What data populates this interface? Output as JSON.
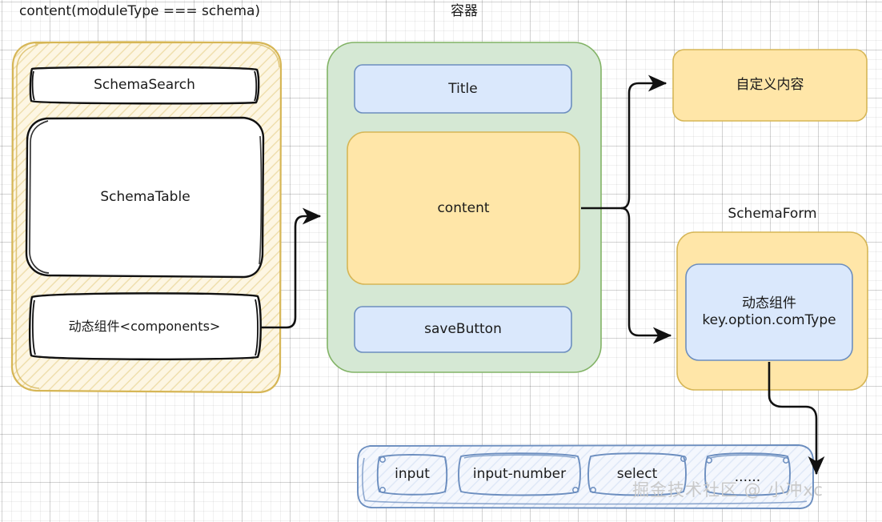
{
  "diagram": {
    "title_left": "content(moduleType === schema)",
    "title_center": "容器",
    "title_schemaform": "SchemaForm",
    "watermark": "掘金技术社区 @ 小冲xc",
    "colors": {
      "yellow_fill": "#ffe6a8",
      "yellow_fill_light": "#fdf3d7",
      "yellow_stroke": "#d6b656",
      "green_fill": "#d5e8d4",
      "green_stroke": "#82b366",
      "blue_fill": "#dae8fc",
      "blue_stroke": "#6c8ebf",
      "sketch_black": "#1a1a1a",
      "grid_minor": "#eeeeee",
      "grid_major": "#dcdcdc"
    }
  },
  "left_group": {
    "label": "content(moduleType === schema)",
    "items": [
      {
        "label": "SchemaSearch"
      },
      {
        "label": "SchemaTable"
      },
      {
        "label": "动态组件<components>"
      }
    ]
  },
  "center_group": {
    "label": "容器",
    "items": [
      {
        "label": "Title",
        "kind": "blue"
      },
      {
        "label": "content",
        "kind": "yellow"
      },
      {
        "label": "saveButton",
        "kind": "blue"
      }
    ]
  },
  "right_group": {
    "custom_content": {
      "label": "自定义内容"
    },
    "schema_form": {
      "label": "SchemaForm",
      "dynamic_component": {
        "label": "动态组件\nkey.option.comType"
      }
    }
  },
  "components_bar": {
    "items": [
      {
        "label": "input"
      },
      {
        "label": "input-number"
      },
      {
        "label": "select"
      },
      {
        "label": "......"
      }
    ]
  }
}
